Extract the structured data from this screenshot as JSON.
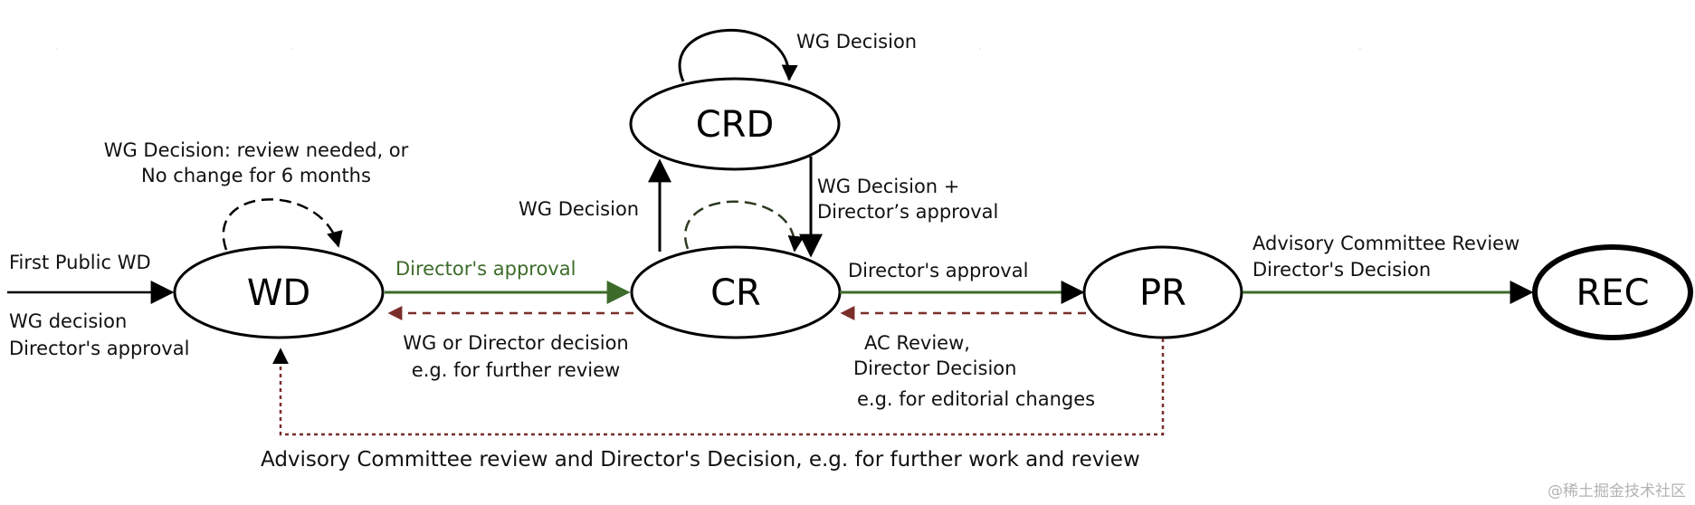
{
  "nodes": {
    "wd": "WD",
    "cr": "CR",
    "crd": "CRD",
    "pr": "PR",
    "rec": "REC"
  },
  "labels": {
    "first_public_wd": "First Public WD",
    "wg_decision_approval_1": "WG decision",
    "wg_decision_approval_2": "Director's approval",
    "wd_self_loop_1": "WG Decision: review needed, or",
    "wd_self_loop_2": "No change for 6 months",
    "wd_to_cr": "Director's approval",
    "cr_to_wd_1": "WG or Director decision",
    "cr_to_wd_2": "e.g. for further review",
    "cr_to_crd": "WG Decision",
    "crd_self_loop": "WG Decision",
    "crd_to_cr_1": "WG Decision +",
    "crd_to_cr_2": "Director’s approval",
    "cr_to_pr": "Director's approval",
    "pr_to_cr_1": "AC Review,",
    "pr_to_cr_2": "Director Decision",
    "pr_to_cr_3": "e.g. for editorial changes",
    "pr_to_rec_1": "Advisory Committee Review",
    "pr_to_rec_2": "Director's Decision",
    "pr_to_wd": "Advisory Committee review and Director's Decision, e.g. for further work and review"
  },
  "watermark": "@稀土掘金技术社区",
  "colors": {
    "black_arrow": "#000000",
    "green_arrow": "#3d6b2a",
    "green_text": "#3d6b2a",
    "red_dashed": "#7a2e2a"
  }
}
